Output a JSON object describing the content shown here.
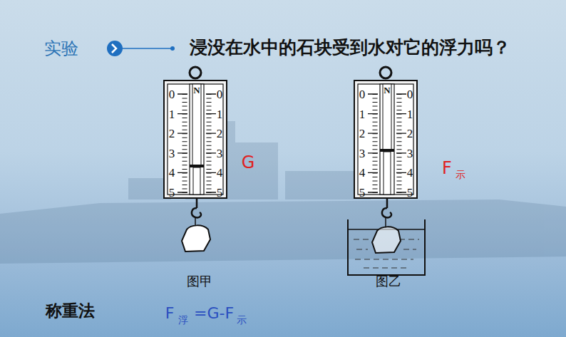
{
  "diagram": {
    "title": "浸没在水中的石块受到水对它的浮力吗？",
    "labels": [
      "实验",
      "N",
      "0",
      "1",
      "2",
      "3",
      "4",
      "5",
      "0",
      "1",
      "2",
      "3",
      "4",
      "5",
      "G",
      "N",
      "0",
      "1",
      "2",
      "3",
      "4",
      "5",
      "0",
      "1",
      "2",
      "3",
      "4",
      "5",
      "F",
      "示",
      "图甲",
      "图乙",
      "称重法",
      "F",
      "浮",
      "=G-F",
      "示"
    ]
  }
}
